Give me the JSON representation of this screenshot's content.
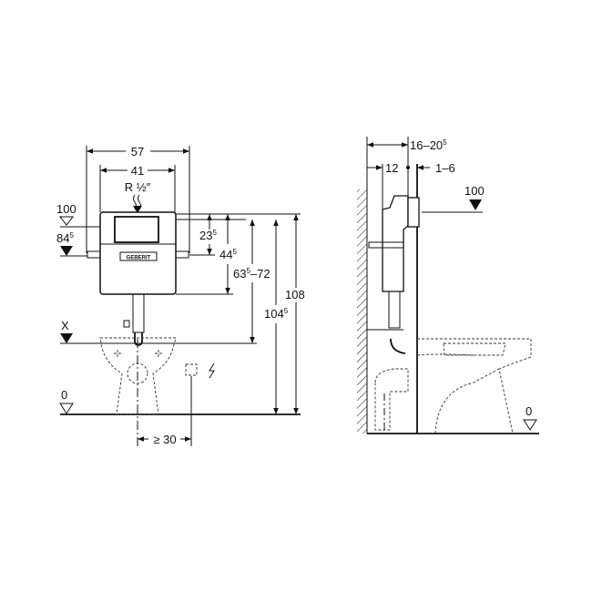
{
  "front_view": {
    "width_outer": "57",
    "width_inner": "41",
    "connection": "R ½″",
    "level_100": "100",
    "level_84": "84",
    "level_84_sup": "5",
    "level_x": "X",
    "level_0": "0",
    "dim_23": "23",
    "dim_23_sup": "5",
    "dim_44": "44",
    "dim_44_sup": "5",
    "dim_63_a": "63",
    "dim_63_sup": "5",
    "dim_63_b": "–72",
    "dim_104": "104",
    "dim_104_sup": "5",
    "dim_108": "108",
    "dim_30": "≥ 30",
    "brand_label": "GEBERIT"
  },
  "side_view": {
    "dim_16_a": "16–20",
    "dim_16_sup": "5",
    "dim_12": "12",
    "dim_1_6": "1–6",
    "level_100": "100",
    "level_0": "0"
  }
}
